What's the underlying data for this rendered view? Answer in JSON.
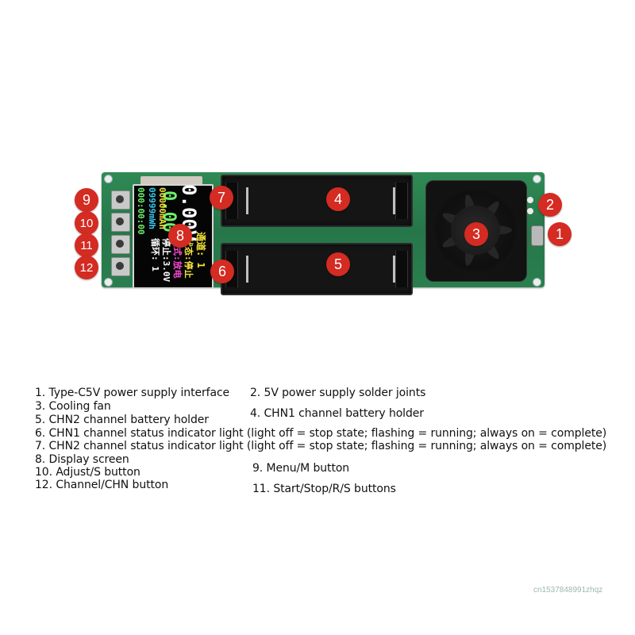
{
  "colors": {
    "badge": "#d42b22",
    "pcb": "#2a7f4e",
    "screen_bg": "#050505",
    "digit_white": "#ffffff",
    "digit_green": "#6cf06a",
    "digit_yellow": "#f4e23a",
    "digit_magenta": "#ff48d8",
    "digit_cyan": "#39c9f0"
  },
  "icons": {
    "fan": "cooling-fan-icon",
    "usb": "usb-c-icon",
    "button": "tactile-button-icon"
  },
  "badges": {
    "b1": "1",
    "b2": "2",
    "b3": "3",
    "b4": "4",
    "b5": "5",
    "b6": "6",
    "b7": "7",
    "b8": "8",
    "b9": "9",
    "b10": "10",
    "b11": "11",
    "b12": "12"
  },
  "screen": {
    "v_value": "0.00V",
    "a_value": "0.00",
    "line_mah": "00000mAh",
    "line_mwh": "09999mWh",
    "line_time": "000:00:00",
    "label_channel": "通道: 1",
    "label_state": "状态:停止",
    "label_mode": "模式:放电",
    "label_stop": "停止:3.0V",
    "label_loop": "循环: 1"
  },
  "legend": {
    "l1": "1. Type-C5V power supply interface",
    "l2": "2. 5V power supply solder joints",
    "l3": "3. Cooling fan",
    "l4": "4. CHN1 channel battery holder",
    "l5": "5. CHN2 channel battery holder",
    "l6": "6. CHN1 channel status indicator light (light off = stop state; flashing = running; always on = complete)",
    "l7": "7. CHN2 channel status indicator light (light off = stop state; flashing = running; always on = complete)",
    "l8": "8. Display screen",
    "l9": "9. Menu/M button",
    "l10": "10. Adjust/S button",
    "l11": "11. Start/Stop/R/S buttons",
    "l12": "12. Channel/CHN button"
  },
  "watermark": "cn1537848991zhqz"
}
